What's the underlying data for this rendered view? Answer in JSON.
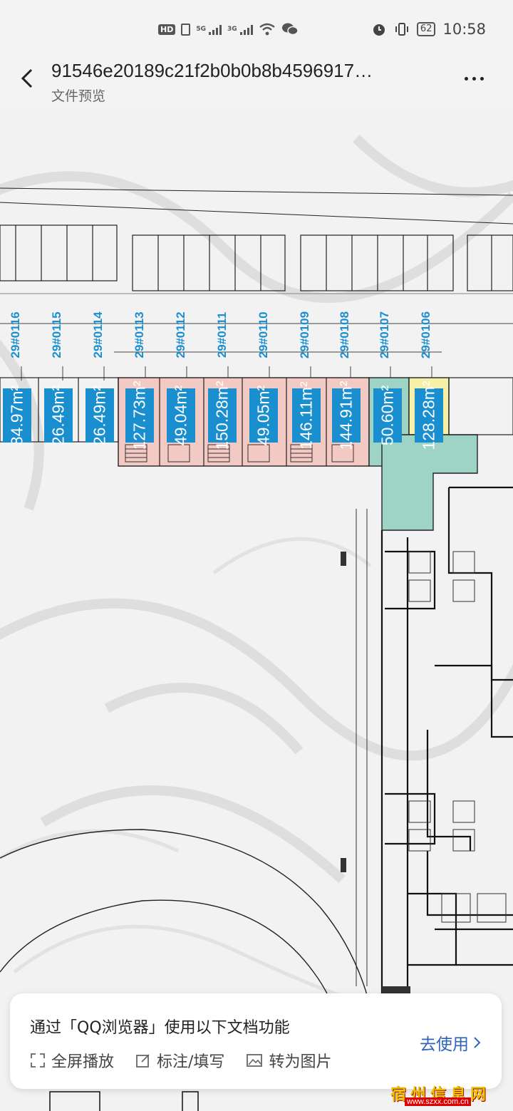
{
  "status_bar": {
    "hd_label": "HD",
    "network_a": "5G",
    "network_b": "3G",
    "battery_level": "62",
    "time": "10:58",
    "icons": [
      "hd-icon",
      "sim-icon",
      "signal-icon",
      "wifi-icon",
      "wechat-icon",
      "alarm-icon",
      "vibrate-icon",
      "battery-icon"
    ]
  },
  "header": {
    "title": "91546e20189c21f2b0b0b8b4596917…",
    "subtitle": "文件预览"
  },
  "floorplan": {
    "unit_labels": [
      "29#0116",
      "29#0115",
      "29#0114",
      "29#0113",
      "29#0112",
      "29#0111",
      "29#0110",
      "29#0109",
      "29#0108",
      "29#0107",
      "29#0106"
    ],
    "unit_areas": [
      "84.97m²",
      "26.49m²",
      "26.49m²",
      "127.73m²",
      "49.04m²",
      "150.28m²",
      "49.05m²",
      "146.11m²",
      "144.91m²",
      "50.60m²",
      "128.28m²"
    ],
    "colors": {
      "label_blue": "#1a8fcf",
      "pink_zone": "#f3c9c4",
      "teal_zone": "#9ed4c6",
      "yellow_zone": "#f6f0a8"
    }
  },
  "banner": {
    "title": "通过「QQ浏览器」使用以下文档功能",
    "actions": [
      {
        "label": "全屏播放",
        "icon": "fullscreen-icon"
      },
      {
        "label": "标注/填写",
        "icon": "edit-icon"
      },
      {
        "label": "转为图片",
        "icon": "image-icon"
      }
    ],
    "cta": "去使用"
  },
  "watermark": {
    "text": "宿州信息网",
    "url": "www.szxx.com.cn"
  }
}
